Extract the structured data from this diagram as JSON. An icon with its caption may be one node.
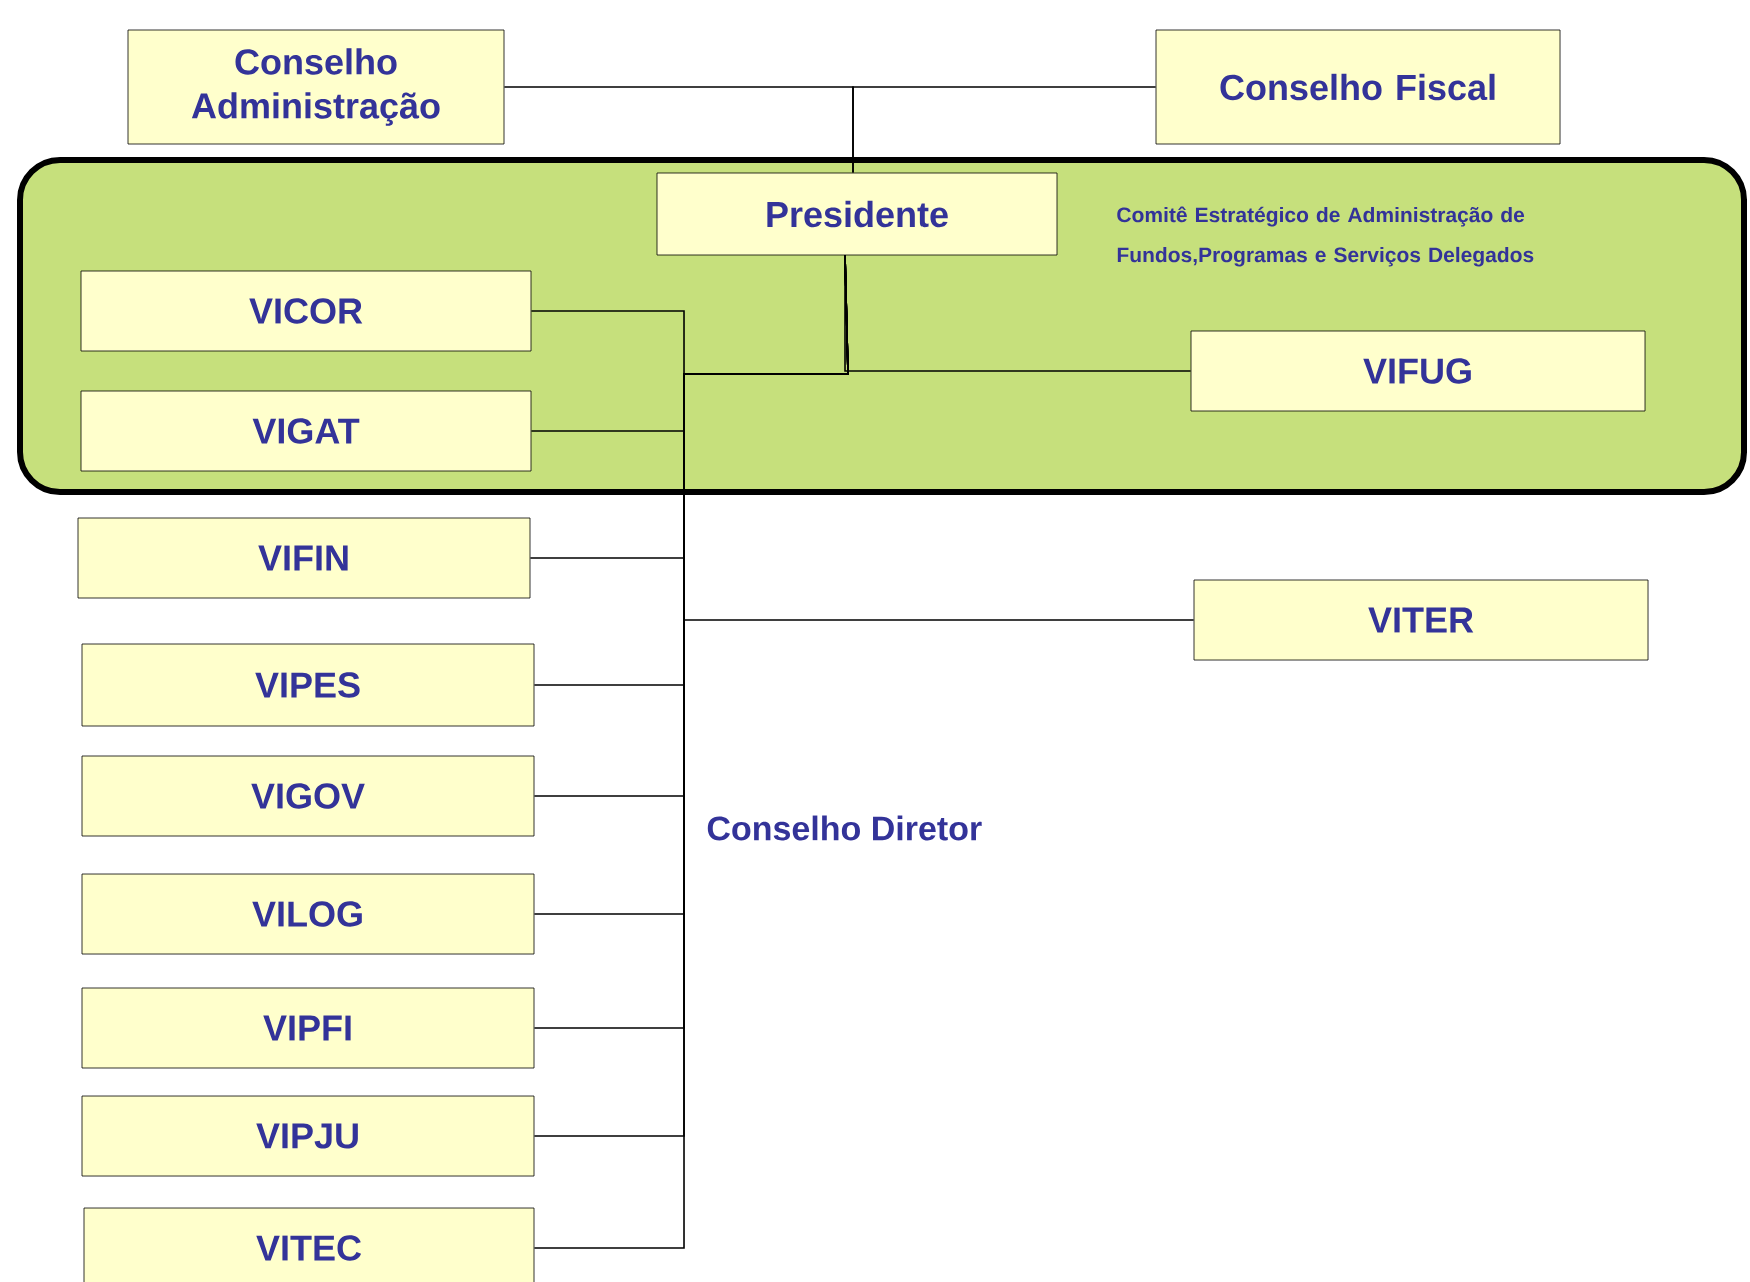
{
  "diagram": {
    "nodes": [
      {
        "text": [
          "Conselho Administração"
        ]
      },
      {
        "text": [
          "Conselho Fiscal"
        ]
      },
      {
        "text": [
          "Comitê Estratégico de Administração de Fundos,Programas e Serviços Delegados"
        ]
      },
      {
        "text": [
          "Presidente"
        ],
        "in": 2
      },
      {
        "text": [
          "VICOR"
        ],
        "in": 2
      },
      {
        "text": [
          "VIGAT"
        ],
        "in": 2
      },
      {
        "text": [
          "VIFUG"
        ],
        "in": 2
      },
      {
        "text": [
          "VIFIN"
        ]
      },
      {
        "text": [
          "VITER"
        ]
      },
      {
        "text": [
          "VIPES"
        ]
      },
      {
        "text": [
          "VIGOV"
        ]
      },
      {
        "text": [
          "VILOG"
        ]
      },
      {
        "text": [
          "VIPFI"
        ]
      },
      {
        "text": [
          "VIPJU"
        ]
      },
      {
        "text": [
          "VITEC"
        ]
      }
    ],
    "edges": [
      {
        "from": 3,
        "to": 0,
        "arrow": "none"
      },
      {
        "from": 3,
        "to": 1,
        "arrow": "none"
      },
      {
        "from": 3,
        "to": 6,
        "arrow": "none"
      },
      {
        "from": 3,
        "to": 4,
        "arrow": "none"
      },
      {
        "from": 3,
        "to": 5,
        "arrow": "none"
      },
      {
        "from": 3,
        "to": 7,
        "arrow": "none"
      },
      {
        "from": 3,
        "to": 8,
        "arrow": "none"
      },
      {
        "from": 3,
        "to": 9,
        "arrow": "none"
      },
      {
        "from": 3,
        "to": 10,
        "arrow": "none"
      },
      {
        "from": 3,
        "to": 11,
        "arrow": "none"
      },
      {
        "from": 3,
        "to": 12,
        "arrow": "none"
      },
      {
        "from": 3,
        "to": 13,
        "arrow": "none"
      },
      {
        "from": 3,
        "to": 14,
        "arrow": "none"
      }
    ],
    "labels": [
      "Conselho Diretor"
    ]
  }
}
